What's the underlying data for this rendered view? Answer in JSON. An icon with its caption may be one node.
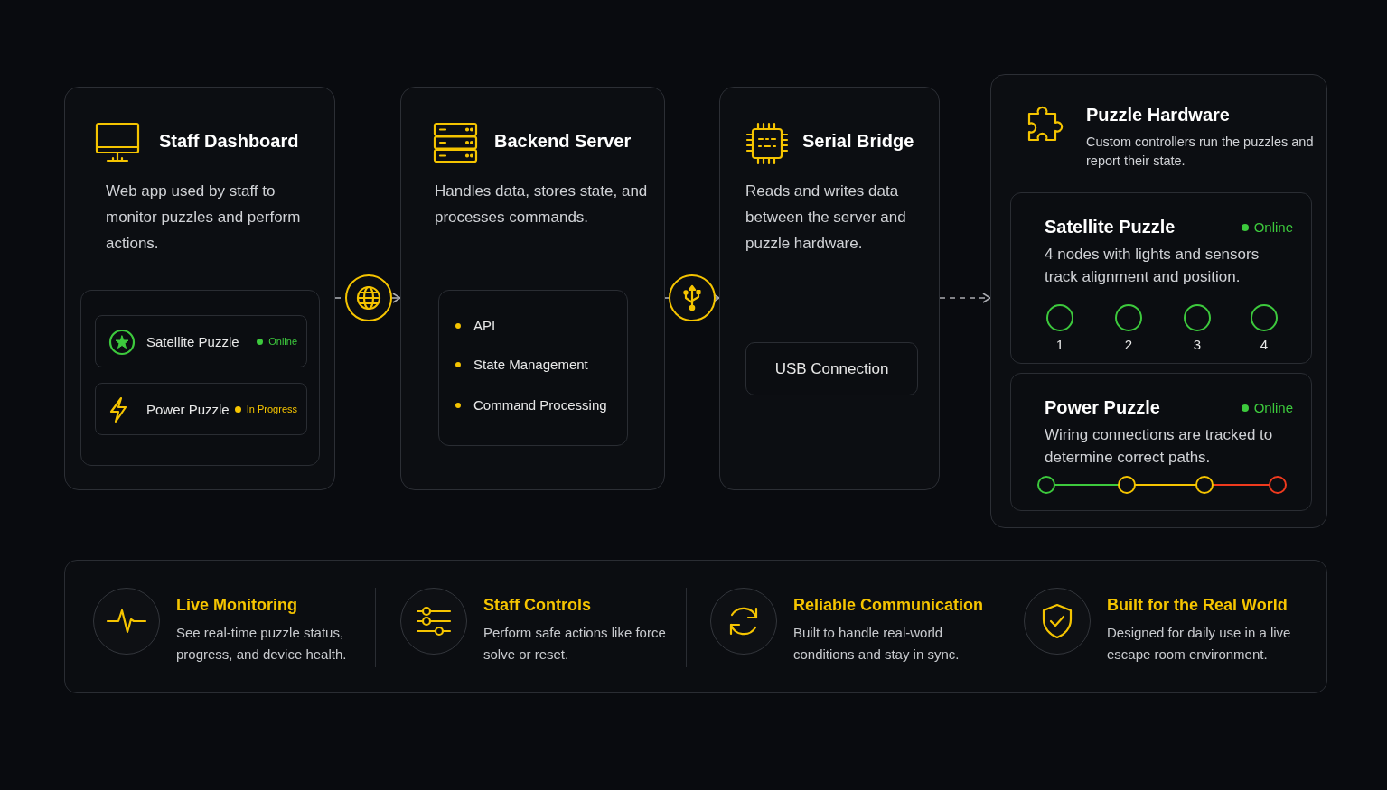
{
  "diagram": {
    "nodes": [
      {
        "text": [
          "Staff Dashboard",
          "Web app used by staff to monitor puzzles and perform actions."
        ]
      },
      {
        "text": [],
        "shape": "box",
        "in": 0
      },
      {
        "text": [
          "Satellite Puzzle",
          "Online"
        ],
        "in": 1
      },
      {
        "text": [
          "Power Puzzle",
          "In Progress"
        ],
        "in": 1
      },
      {
        "text": [],
        "shape": "circle"
      },
      {
        "text": [
          "Backend Server",
          "Handles data, stores state, and processes commands."
        ]
      },
      {
        "text": [
          "API",
          "State Management",
          "Command Processing"
        ],
        "in": 5
      },
      {
        "text": [],
        "shape": "circle"
      },
      {
        "text": [
          "Serial Bridge",
          "Reads and writes data between the server and puzzle hardware."
        ]
      },
      {
        "text": [
          "USB Connection"
        ],
        "in": 8
      },
      {
        "text": [
          "Puzzle Hardware",
          "Custom controllers run the puzzles and report their state."
        ]
      },
      {
        "text": [
          "Satellite Puzzle",
          "Online",
          "4 nodes with lights and sensors track alignment and position.",
          "1",
          "2",
          "3",
          "4"
        ],
        "in": 10
      },
      {
        "text": [
          "Power Puzzle",
          "Online",
          "Wiring connections are tracked to determine correct paths."
        ],
        "in": 10
      },
      {
        "text": [],
        "shape": "box"
      },
      {
        "text": [
          "Live Monitoring",
          "See real-time puzzle status, progress, and device health."
        ],
        "in": 13
      },
      {
        "text": [
          "Staff Controls",
          "Perform safe actions like force solve or reset."
        ],
        "in": 13
      },
      {
        "text": [
          "Reliable Communication",
          "Built to handle real-world conditions and stay in sync."
        ],
        "in": 13
      },
      {
        "text": [
          "Built for the Real World",
          "Designed for daily use in a live escape room environment."
        ],
        "in": 13
      }
    ],
    "edges": [
      {
        "from": 0,
        "to": 4,
        "arrow": "none",
        "style": "dashed"
      },
      {
        "from": 4,
        "to": 5,
        "arrow": "to",
        "style": "dashed"
      },
      {
        "from": 5,
        "to": 7,
        "arrow": "none",
        "style": "dashed"
      },
      {
        "from": 7,
        "to": 8,
        "arrow": "to",
        "style": "dashed"
      },
      {
        "from": 8,
        "to": 10,
        "arrow": "to",
        "style": "dashed"
      }
    ]
  }
}
